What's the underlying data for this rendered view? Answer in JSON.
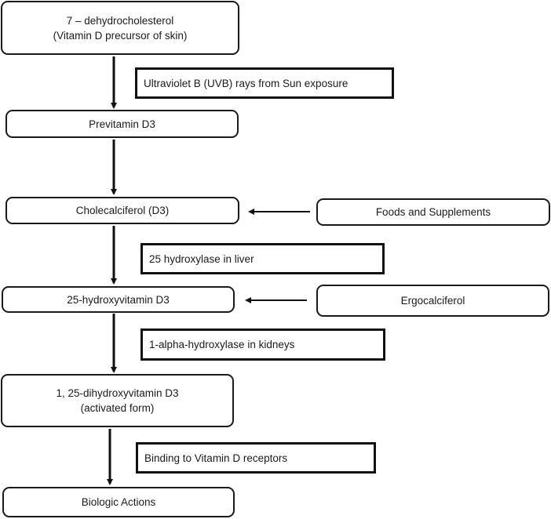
{
  "nodes": {
    "dehydrocholesterol": {
      "line1": "7 – dehydrocholesterol",
      "line2": "(Vitamin D precursor of skin)"
    },
    "previtamin": {
      "label": "Previtamin D3"
    },
    "cholecalciferol": {
      "label": "Cholecalciferol (D3)"
    },
    "hydroxyvitamin": {
      "label": "25-hydroxyvitamin D3"
    },
    "dihydroxyvitamin": {
      "line1": "1, 25-dihydroxyvitamin D3",
      "line2": "(activated form)"
    },
    "biologic": {
      "label": "Biologic Actions"
    },
    "foods": {
      "label": "Foods and Supplements"
    },
    "ergocalciferol": {
      "label": "Ergocalciferol"
    }
  },
  "steps": {
    "uvb": "Ultraviolet B (UVB) rays from Sun exposure",
    "liver": "25 hydroxylase in liver",
    "kidneys": "1-alpha-hydroxylase in kidneys",
    "receptors": "Binding to Vitamin D receptors"
  }
}
